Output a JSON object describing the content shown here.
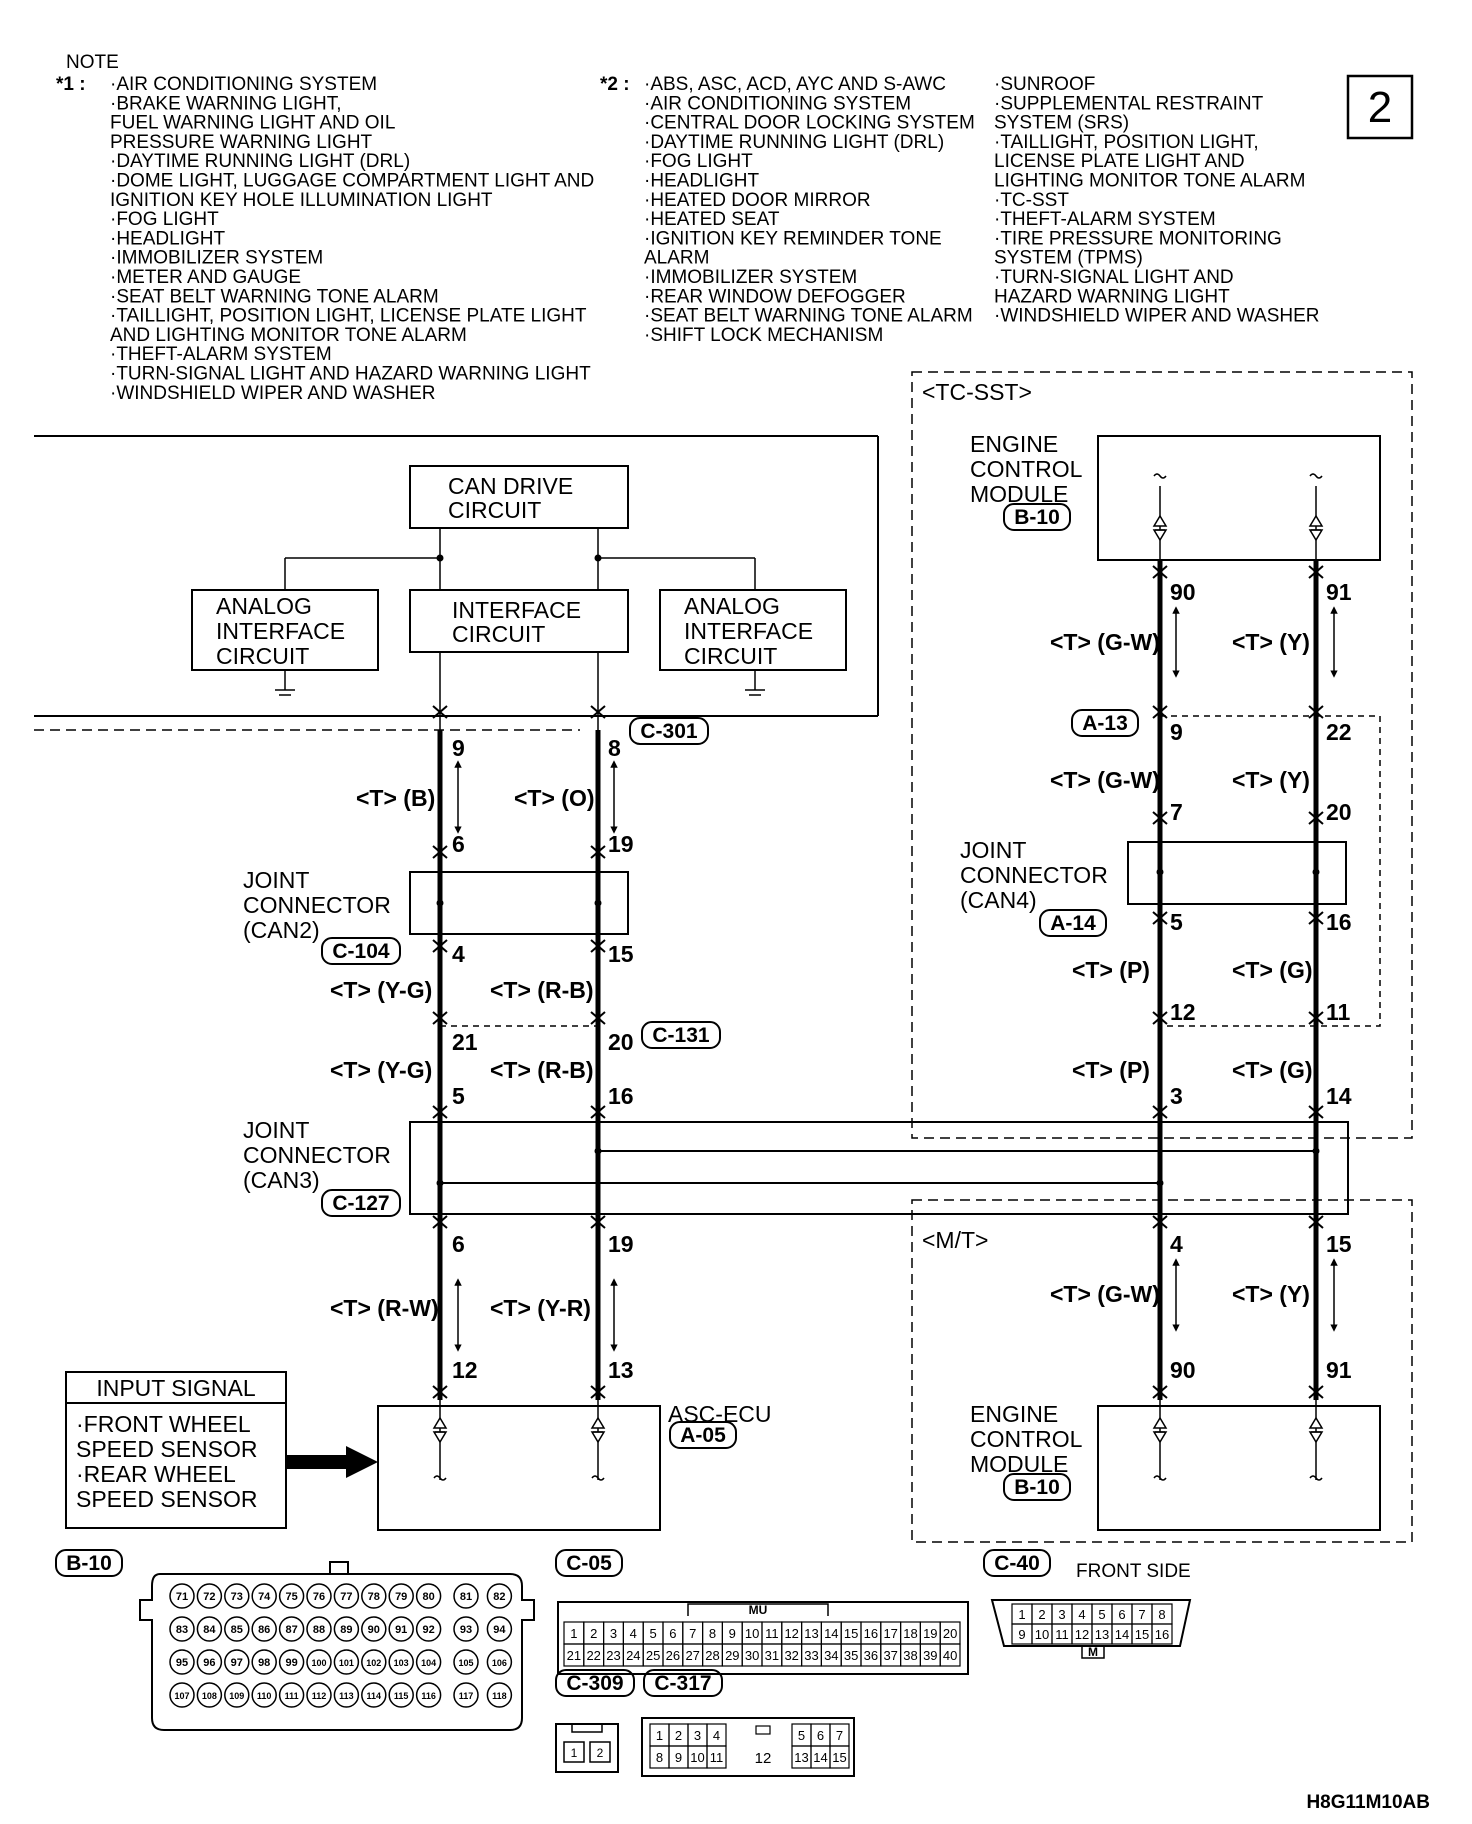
{
  "page_number": "2",
  "footer_code": "H8G11M10AB",
  "notes": {
    "heading": "NOTE",
    "mark1": "*1 :",
    "col1": [
      "·AIR CONDITIONING SYSTEM",
      "·BRAKE WARNING LIGHT,",
      " FUEL WARNING LIGHT AND OIL",
      " PRESSURE WARNING LIGHT",
      "·DAYTIME RUNNING LIGHT (DRL)",
      "·DOME LIGHT, LUGGAGE COMPARTMENT LIGHT AND",
      " IGNITION KEY HOLE ILLUMINATION LIGHT",
      "·FOG LIGHT",
      "·HEADLIGHT",
      "·IMMOBILIZER SYSTEM",
      "·METER AND GAUGE",
      "·SEAT BELT WARNING TONE ALARM",
      "·TAILLIGHT, POSITION LIGHT, LICENSE PLATE LIGHT",
      " AND LIGHTING MONITOR TONE ALARM",
      "·THEFT-ALARM SYSTEM",
      "·TURN-SIGNAL LIGHT AND HAZARD WARNING LIGHT",
      "·WINDSHIELD WIPER AND WASHER"
    ],
    "mark2": "*2 :",
    "col2": [
      "·ABS, ASC, ACD, AYC AND S-AWC",
      "·AIR CONDITIONING SYSTEM",
      "·CENTRAL DOOR LOCKING SYSTEM",
      "·DAYTIME RUNNING LIGHT (DRL)",
      "·FOG LIGHT",
      "·HEADLIGHT",
      "·HEATED DOOR MIRROR",
      "·HEATED SEAT",
      "·IGNITION KEY REMINDER TONE",
      " ALARM",
      "·IMMOBILIZER SYSTEM",
      "·REAR WINDOW DEFOGGER",
      "·SEAT BELT WARNING TONE ALARM",
      "·SHIFT LOCK MECHANISM"
    ],
    "col3": [
      "·SUNROOF",
      "·SUPPLEMENTAL RESTRAINT",
      " SYSTEM (SRS)",
      "·TAILLIGHT, POSITION LIGHT,",
      " LICENSE PLATE LIGHT AND",
      " LIGHTING MONITOR TONE ALARM",
      "·TC-SST",
      "·THEFT-ALARM SYSTEM",
      "·TIRE PRESSURE MONITORING",
      " SYSTEM (TPMS)",
      "·TURN-SIGNAL LIGHT AND",
      " HAZARD WARNING LIGHT",
      "·WINDSHIELD WIPER AND WASHER"
    ]
  },
  "blocks": {
    "can_drive": [
      "CAN DRIVE",
      "CIRCUIT"
    ],
    "interface": [
      "INTERFACE",
      "CIRCUIT"
    ],
    "analog_left": [
      "ANALOG",
      "INTERFACE",
      "CIRCUIT"
    ],
    "analog_right": [
      "ANALOG",
      "INTERFACE",
      "CIRCUIT"
    ],
    "joint_can2": [
      "JOINT",
      "CONNECTOR",
      "(CAN2)"
    ],
    "joint_can3": [
      "JOINT",
      "CONNECTOR",
      "(CAN3)"
    ],
    "joint_can4": [
      "JOINT",
      "CONNECTOR",
      "(CAN4)"
    ],
    "ecm": [
      "ENGINE",
      "CONTROL",
      "MODULE"
    ],
    "asc_ecu": "ASC-ECU",
    "input_signal": {
      "title": "INPUT SIGNAL",
      "lines": [
        "·FRONT WHEEL",
        " SPEED SENSOR",
        "·REAR WHEEL",
        " SPEED SENSOR"
      ]
    }
  },
  "variants": {
    "tc_sst": "<TC-SST>",
    "mt": "<M/T>"
  },
  "connector_ids": {
    "c301": "C-301",
    "c104": "C-104",
    "c131": "C-131",
    "c127": "C-127",
    "a05": "A-05",
    "a13": "A-13",
    "a14": "A-14",
    "b10": "B-10",
    "c05": "C-05",
    "c40": "C-40",
    "c309": "C-309",
    "c317": "C-317"
  },
  "wires": {
    "l_a": "<T> (B)",
    "r_a": "<T> (O)",
    "l_b": "<T> (Y-G)",
    "r_b": "<T> (R-B)",
    "l_c": "<T> (Y-G)",
    "r_c": "<T> (R-B)",
    "l_d": "<T> (R-W)",
    "r_d": "<T> (Y-R)",
    "tl_a": "<T> (G-W)",
    "tr_a": "<T> (Y)",
    "tl_b": "<T> (G-W)",
    "tr_b": "<T> (Y)",
    "tl_c": "<T> (P)",
    "tr_c": "<T> (G)",
    "tl_d": "<T> (P)",
    "tr_d": "<T> (G)",
    "ml": "<T> (G-W)",
    "mr": "<T> (Y)"
  },
  "pins": {
    "l9": "9",
    "l6a": "6",
    "l4": "4",
    "l21": "21",
    "l5": "5",
    "l6b": "6",
    "l12": "12",
    "r8": "8",
    "r19a": "19",
    "r15": "15",
    "r20": "20",
    "r16": "16",
    "r19b": "19",
    "r13": "13",
    "t90": "90",
    "t91": "91",
    "t9": "9",
    "t22": "22",
    "t7": "7",
    "t20": "20",
    "t5": "5",
    "t16": "16",
    "t12": "12",
    "t11": "11",
    "t3": "3",
    "t14": "14",
    "m4": "4",
    "m15": "15",
    "m90": "90",
    "m91": "91"
  },
  "b10_pins": [
    [
      "71",
      "72",
      "73",
      "74",
      "75",
      "76",
      "77",
      "78",
      "79",
      "80",
      "81",
      "82"
    ],
    [
      "83",
      "84",
      "85",
      "86",
      "87",
      "88",
      "89",
      "90",
      "91",
      "92",
      "93",
      "94"
    ],
    [
      "95",
      "96",
      "97",
      "98",
      "99",
      "100",
      "101",
      "102",
      "103",
      "104",
      "105",
      "106"
    ],
    [
      "107",
      "108",
      "109",
      "110",
      "111",
      "112",
      "113",
      "114",
      "115",
      "116",
      "117",
      "118"
    ]
  ],
  "c05_pins": [
    [
      "1",
      "2",
      "3",
      "4",
      "5",
      "6",
      "7",
      "8",
      "9",
      "10",
      "11",
      "12",
      "13",
      "14",
      "15",
      "16",
      "17",
      "18",
      "19",
      "20"
    ],
    [
      "21",
      "22",
      "23",
      "24",
      "25",
      "26",
      "27",
      "28",
      "29",
      "30",
      "31",
      "32",
      "33",
      "34",
      "35",
      "36",
      "37",
      "38",
      "39",
      "40"
    ]
  ],
  "c05_mark": "MU",
  "c40_pins": [
    [
      "1",
      "2",
      "3",
      "4",
      "5",
      "6",
      "7",
      "8"
    ],
    [
      "9",
      "10",
      "11",
      "12",
      "13",
      "14",
      "15",
      "16"
    ]
  ],
  "c40_side": "FRONT SIDE",
  "c40_mark": "M",
  "c309_pins": [
    "1",
    "2"
  ],
  "c317_pins": {
    "top_left": [
      "1",
      "2",
      "3",
      "4"
    ],
    "top_right": [
      "5",
      "6",
      "7"
    ],
    "bottom_left": [
      "8",
      "9",
      "10",
      "11"
    ],
    "bottom_right": [
      "13",
      "14",
      "15"
    ],
    "center": "12"
  }
}
